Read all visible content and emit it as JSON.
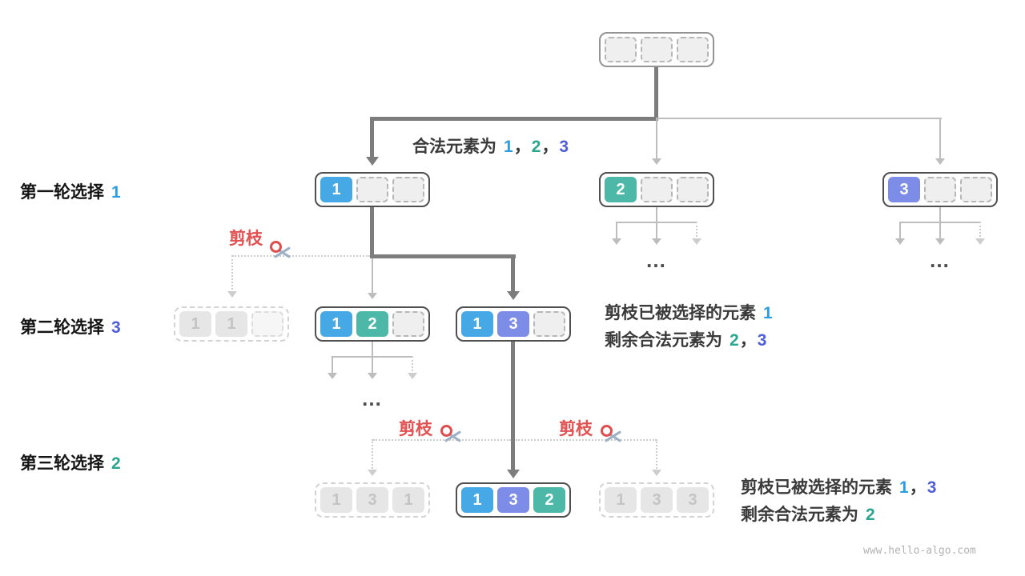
{
  "watermark": "www.hello-algo.com",
  "prune_label": "剪枝",
  "ellipsis": "…",
  "rounds": [
    {
      "label": "第一轮选择",
      "pick": "1"
    },
    {
      "label": "第二轮选择",
      "pick": "3"
    },
    {
      "label": "第三轮选择",
      "pick": "2"
    }
  ],
  "legal_note": {
    "prefix": "合法元素为",
    "v1": "1",
    "c1": "，",
    "v2": "2",
    "c2": "，",
    "v3": "3"
  },
  "level2_note": {
    "line1_prefix": "剪枝已被选择的元素",
    "line1_v1": "1",
    "line2_prefix": "剩余合法元素为",
    "line2_v1": "2",
    "line2_c1": "，",
    "line2_v2": "3"
  },
  "level3_note": {
    "line1_prefix": "剪枝已被选择的元素",
    "line1_v1": "1",
    "line1_c1": "，",
    "line1_v2": "3",
    "line2_prefix": "剩余合法元素为",
    "line2_v1": "2"
  },
  "tree": {
    "root": {
      "cells": [
        "",
        "",
        ""
      ]
    },
    "l1_1": {
      "cells": [
        "1",
        "",
        ""
      ]
    },
    "l1_2": {
      "cells": [
        "2",
        "",
        ""
      ]
    },
    "l1_3": {
      "cells": [
        "3",
        "",
        ""
      ]
    },
    "l2_11": {
      "cells": [
        "1",
        "1",
        ""
      ]
    },
    "l2_12": {
      "cells": [
        "1",
        "2",
        ""
      ]
    },
    "l2_13": {
      "cells": [
        "1",
        "3",
        ""
      ]
    },
    "l3_131": {
      "cells": [
        "1",
        "3",
        "1"
      ]
    },
    "l3_132": {
      "cells": [
        "1",
        "3",
        "2"
      ]
    },
    "l3_133": {
      "cells": [
        "1",
        "3",
        "3"
      ]
    }
  },
  "colors": {
    "element_1_blue": "#47a8e6",
    "element_2_teal": "#4db8a8",
    "element_3_purple": "#7d8ce6",
    "prune_red": "#e05252"
  }
}
